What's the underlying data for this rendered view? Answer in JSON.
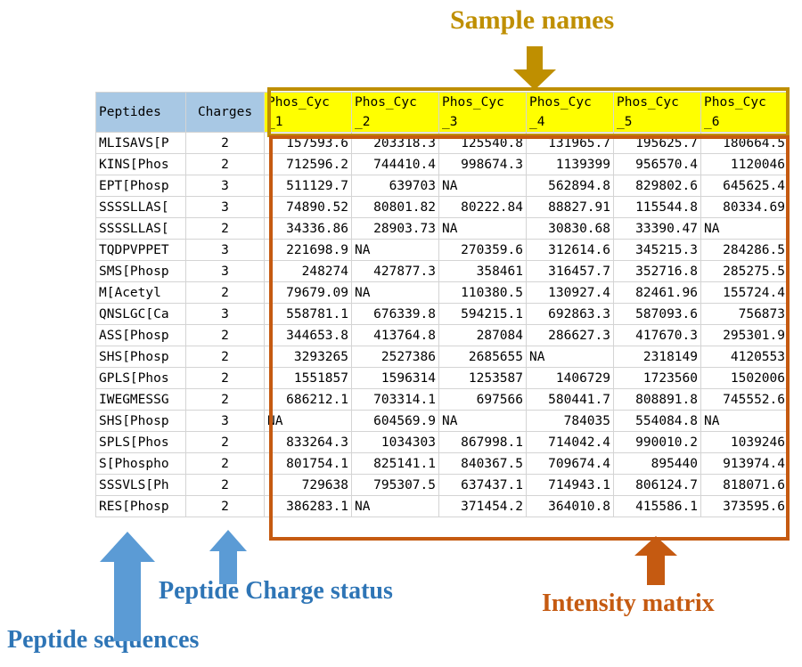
{
  "annotations": {
    "sample_names": {
      "label": "Sample names",
      "color": "#bf8f00",
      "arrow": "down-arrow-icon"
    },
    "peptide_charge_status": {
      "label": "Peptide Charge status",
      "color": "#2e75b6",
      "arrow": "up-arrow-icon"
    },
    "peptide_sequences": {
      "label": "Peptide sequences",
      "color": "#2e75b6",
      "arrow": "up-arrow-icon"
    },
    "intensity_matrix": {
      "label": "Intensity matrix",
      "color": "#c55a11",
      "arrow": "up-arrow-icon"
    }
  },
  "table": {
    "key_headers": [
      "Peptides",
      "Charges"
    ],
    "sample_headers": [
      {
        "line1": "Phos_Cyc",
        "line2": "_1"
      },
      {
        "line1": "Phos_Cyc",
        "line2": "_2"
      },
      {
        "line1": "Phos_Cyc",
        "line2": "_3"
      },
      {
        "line1": "Phos_Cyc",
        "line2": "_4"
      },
      {
        "line1": "Phos_Cyc",
        "line2": "_5"
      },
      {
        "line1": "Phos_Cyc",
        "line2": "_6"
      }
    ],
    "header_fill_key": "#a8c8e4",
    "header_fill_sample": "#ffff00",
    "rows": [
      {
        "peptide": "MLISAVS[P",
        "charge": "2",
        "values": [
          "157593.6",
          "203318.3",
          "125540.8",
          "131965.7",
          "195625.7",
          "180664.5"
        ]
      },
      {
        "peptide": "KINS[Phos",
        "charge": "2",
        "values": [
          "712596.2",
          "744410.4",
          "998674.3",
          "1139399",
          "956570.4",
          "1120046"
        ]
      },
      {
        "peptide": "EPT[Phosp",
        "charge": "3",
        "values": [
          "511129.7",
          "639703",
          "NA",
          "562894.8",
          "829802.6",
          "645625.4"
        ]
      },
      {
        "peptide": "SSSSLLAS[",
        "charge": "3",
        "values": [
          "74890.52",
          "80801.82",
          "80222.84",
          "88827.91",
          "115544.8",
          "80334.69"
        ]
      },
      {
        "peptide": "SSSSLLAS[",
        "charge": "2",
        "values": [
          "34336.86",
          "28903.73",
          "NA",
          "30830.68",
          "33390.47",
          "NA"
        ]
      },
      {
        "peptide": "TQDPVPPET",
        "charge": "3",
        "values": [
          "221698.9",
          "NA",
          "270359.6",
          "312614.6",
          "345215.3",
          "284286.5"
        ]
      },
      {
        "peptide": "SMS[Phosp",
        "charge": "3",
        "values": [
          "248274",
          "427877.3",
          "358461",
          "316457.7",
          "352716.8",
          "285275.5"
        ]
      },
      {
        "peptide": "M[Acetyl",
        "charge": "2",
        "values": [
          "79679.09",
          "NA",
          "110380.5",
          "130927.4",
          "82461.96",
          "155724.4"
        ]
      },
      {
        "peptide": "QNSLGC[Ca",
        "charge": "3",
        "values": [
          "558781.1",
          "676339.8",
          "594215.1",
          "692863.3",
          "587093.6",
          "756873"
        ]
      },
      {
        "peptide": "ASS[Phosp",
        "charge": "2",
        "values": [
          "344653.8",
          "413764.8",
          "287084",
          "286627.3",
          "417670.3",
          "295301.9"
        ]
      },
      {
        "peptide": "SHS[Phosp",
        "charge": "2",
        "values": [
          "3293265",
          "2527386",
          "2685655",
          "NA",
          "2318149",
          "4120553"
        ]
      },
      {
        "peptide": "GPLS[Phos",
        "charge": "2",
        "values": [
          "1551857",
          "1596314",
          "1253587",
          "1406729",
          "1723560",
          "1502006"
        ]
      },
      {
        "peptide": "IWEGMESSG",
        "charge": "2",
        "values": [
          "686212.1",
          "703314.1",
          "697566",
          "580441.7",
          "808891.8",
          "745552.6"
        ]
      },
      {
        "peptide": "SHS[Phosp",
        "charge": "3",
        "values": [
          "NA",
          "604569.9",
          "NA",
          "784035",
          "554084.8",
          "NA"
        ]
      },
      {
        "peptide": "SPLS[Phos",
        "charge": "2",
        "values": [
          "833264.3",
          "1034303",
          "867998.1",
          "714042.4",
          "990010.2",
          "1039246"
        ]
      },
      {
        "peptide": "S[Phospho",
        "charge": "2",
        "values": [
          "801754.1",
          "825141.1",
          "840367.5",
          "709674.4",
          "895440",
          "913974.4"
        ]
      },
      {
        "peptide": "SSSVLS[Ph",
        "charge": "2",
        "values": [
          "729638",
          "795307.5",
          "637437.1",
          "714943.1",
          "806124.7",
          "818071.6"
        ]
      },
      {
        "peptide": "RES[Phosp",
        "charge": "2",
        "values": [
          "386283.1",
          "NA",
          "371454.2",
          "364010.8",
          "415586.1",
          "373595.6"
        ]
      }
    ]
  }
}
